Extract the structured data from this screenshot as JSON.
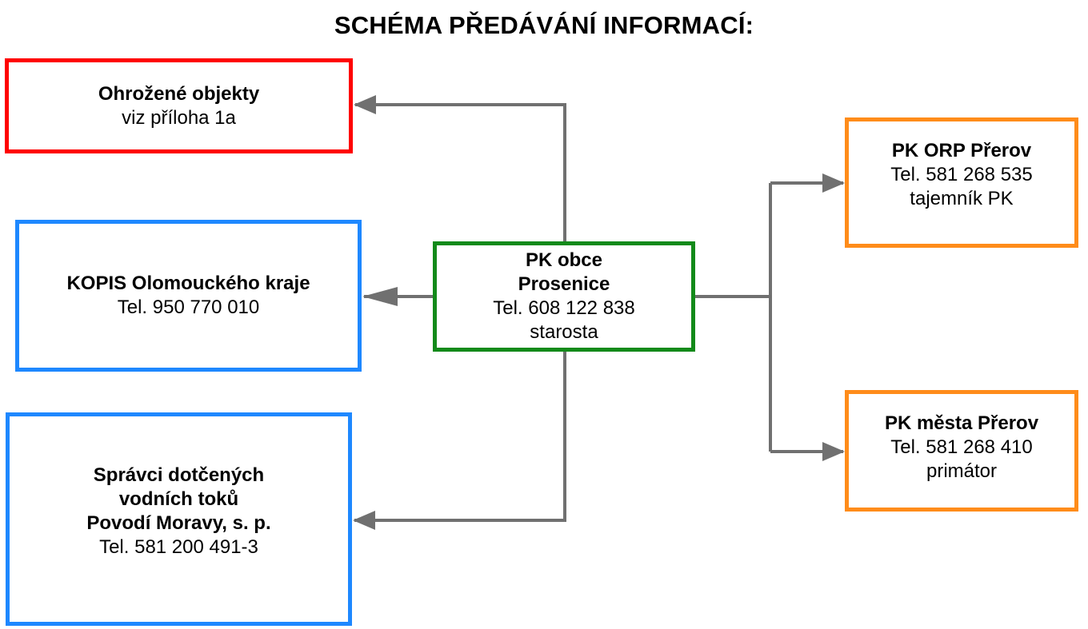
{
  "title": "SCHÉMA PŘEDÁVÁNÍ INFORMACÍ:",
  "colors": {
    "red": "#ff0000",
    "blue": "#1e88ff",
    "green": "#138a1a",
    "orange": "#ff8c1a",
    "connector": "#707070"
  },
  "nodes": {
    "ohrozene": {
      "name": "Ohrožené objekty",
      "detail": "viz příloha 1a"
    },
    "kopis": {
      "name": "KOPIS Olomouckého kraje",
      "phone": "Tel. 950 770 010"
    },
    "spravci": {
      "line1": "Správci dotčených",
      "line2": "vodních toků",
      "line3": "Povodí Moravy, s. p.",
      "phone": "Tel. 581 200 491-3"
    },
    "pk_obce": {
      "line1": "PK obce",
      "line2": "Prosenice",
      "phone": "Tel. 608 122 838",
      "role": "starosta"
    },
    "orp": {
      "name": "PK ORP Přerov",
      "phone": "Tel. 581 268 535",
      "role": "tajemník PK"
    },
    "mesta": {
      "name": "PK města Přerov",
      "phone": "Tel. 581 268 410",
      "role": "primátor"
    }
  }
}
